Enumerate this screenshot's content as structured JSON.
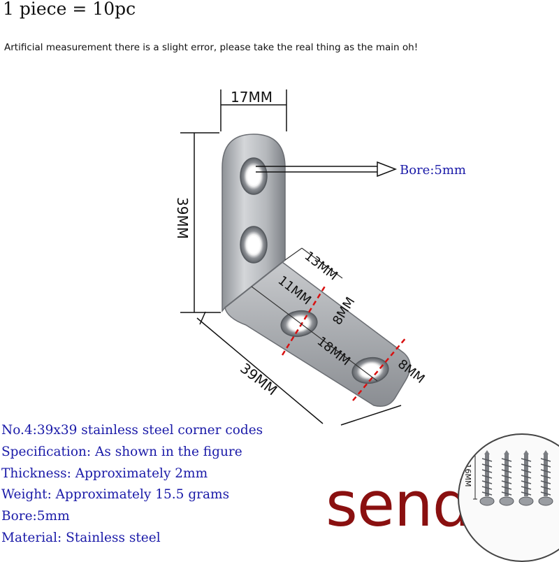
{
  "header": {
    "title": "1 piece = 10pc",
    "notice": "Artificial measurement there is a slight error, please take the real thing as the main oh!"
  },
  "figure": {
    "top_width": "17MM",
    "bore_callout": "Bore:5mm",
    "height": "39MM",
    "hole_spacing": "13MM",
    "hole_offset": "11MM",
    "hole_pitch": "18MM",
    "width_1": "8MM",
    "width_2": "8MM",
    "length": "39MM"
  },
  "specs": [
    "No.4:39x39 stainless steel corner codes",
    "Specification: As shown in the figure",
    "Thickness: Approximately 2mm",
    "Weight: Approximately 15.5 grams",
    "Bore:5mm",
    "Material: Stainless steel"
  ],
  "bonus": {
    "send_label": "send",
    "screw_length": "16MM",
    "screw_count": 4
  },
  "colors": {
    "specs_text": "#1a1aa8",
    "callout_text": "#1a1aa8",
    "send_text": "#8a1010",
    "dashed_line": "#d81010",
    "steel": "#b9bcc0"
  }
}
